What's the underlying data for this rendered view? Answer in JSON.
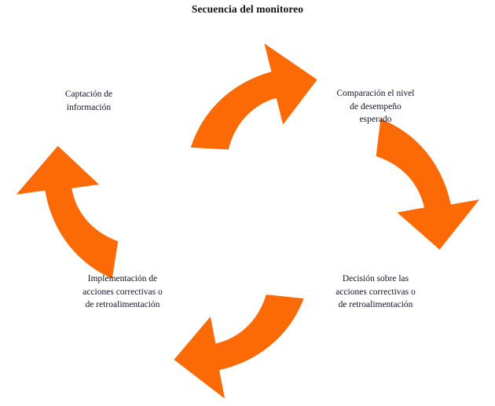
{
  "title": "Secuencia del monitoreo",
  "colors": {
    "arrow": "#FB6A05",
    "text": "#13132a",
    "title": "#12121c",
    "background": "#ffffff"
  },
  "diagram": {
    "type": "cycle",
    "direction": "clockwise",
    "node_count": 4,
    "arrow_count": 4
  },
  "nodes": [
    {
      "id": "captacion",
      "position": "top-left",
      "lines": [
        "Captación de",
        "información"
      ]
    },
    {
      "id": "comparacion",
      "position": "top-right",
      "lines": [
        "Comparación el nivel",
        "de desempeño",
        "esperado"
      ]
    },
    {
      "id": "decision",
      "position": "bottom-right",
      "lines": [
        "Decisión sobre las",
        "acciones correctivas o",
        "de retroalimentación"
      ]
    },
    {
      "id": "implementacion",
      "position": "bottom-left",
      "lines": [
        "Implementación de",
        "acciones correctivas o",
        "de retroalimentación"
      ]
    }
  ],
  "arrows": [
    {
      "id": "arrow-top",
      "points_to": "right",
      "from": "captacion",
      "to": "comparacion"
    },
    {
      "id": "arrow-right",
      "points_to": "down",
      "from": "comparacion",
      "to": "decision"
    },
    {
      "id": "arrow-bottom",
      "points_to": "left",
      "from": "decision",
      "to": "implementacion"
    },
    {
      "id": "arrow-left",
      "points_to": "up",
      "from": "implementacion",
      "to": "captacion"
    }
  ]
}
